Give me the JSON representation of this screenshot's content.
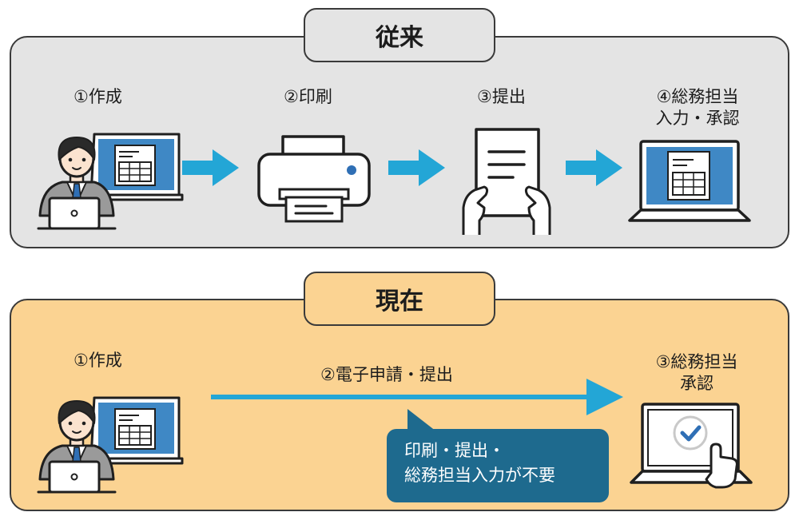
{
  "conventional": {
    "title": "従来",
    "steps": [
      {
        "label": "①作成"
      },
      {
        "label": "②印刷"
      },
      {
        "label": "③提出"
      },
      {
        "label_line1": "④総務担当",
        "label_line2": "入力・承認"
      }
    ]
  },
  "current": {
    "title": "現在",
    "steps": [
      {
        "label": "①作成"
      },
      {
        "label": "②電子申請・提出"
      },
      {
        "label_line1": "③総務担当",
        "label_line2": "承認"
      }
    ],
    "callout_line1": "印刷・提出・",
    "callout_line2": "総務担当入力が不要"
  },
  "colors": {
    "arrow": "#23a6d6",
    "conventional_bg": "#e4e4e4",
    "current_bg": "#fbd392",
    "callout": "#1e6a8e",
    "screen": "#3f88c5"
  }
}
